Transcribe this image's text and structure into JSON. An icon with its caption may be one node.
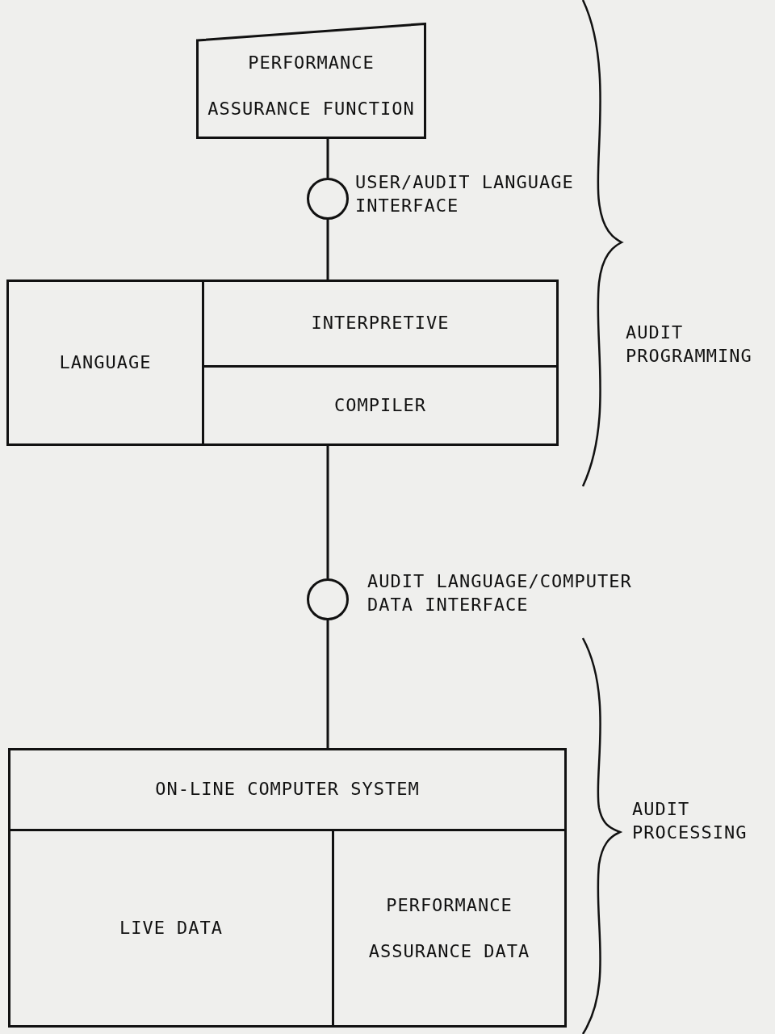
{
  "diagram": {
    "nodes": [
      {
        "text": [
          "PERFORMANCE ASSURANCE FUNCTION"
        ]
      },
      {
        "text": [],
        "shape": "circle",
        "beside": [
          "USER/AUDIT LANGUAGE INTERFACE"
        ]
      },
      {
        "text": [],
        "shape": "box"
      },
      {
        "text": [
          "LANGUAGE"
        ],
        "in": 2
      },
      {
        "text": [
          "INTERPRETIVE"
        ],
        "in": 2
      },
      {
        "text": [
          "COMPILER"
        ],
        "in": 2
      },
      {
        "text": [],
        "shape": "circle",
        "beside": [
          "AUDIT LANGUAGE/COMPUTER DATA INTERFACE"
        ]
      },
      {
        "text": [],
        "shape": "box"
      },
      {
        "text": [
          "ON-LINE COMPUTER SYSTEM"
        ],
        "in": 7
      },
      {
        "text": [
          "LIVE DATA"
        ],
        "in": 7
      },
      {
        "text": [
          "PERFORMANCE ASSURANCE DATA"
        ],
        "in": 7
      }
    ],
    "edges": [
      {
        "from": 0,
        "to": 1,
        "arrow": "none"
      },
      {
        "from": 1,
        "to": 2,
        "arrow": "none"
      },
      {
        "from": 2,
        "to": 6,
        "arrow": "none"
      },
      {
        "from": 6,
        "to": 7,
        "arrow": "none"
      }
    ],
    "labels": [
      "AUDIT PROGRAMMING",
      "AUDIT PROCESSING"
    ]
  }
}
